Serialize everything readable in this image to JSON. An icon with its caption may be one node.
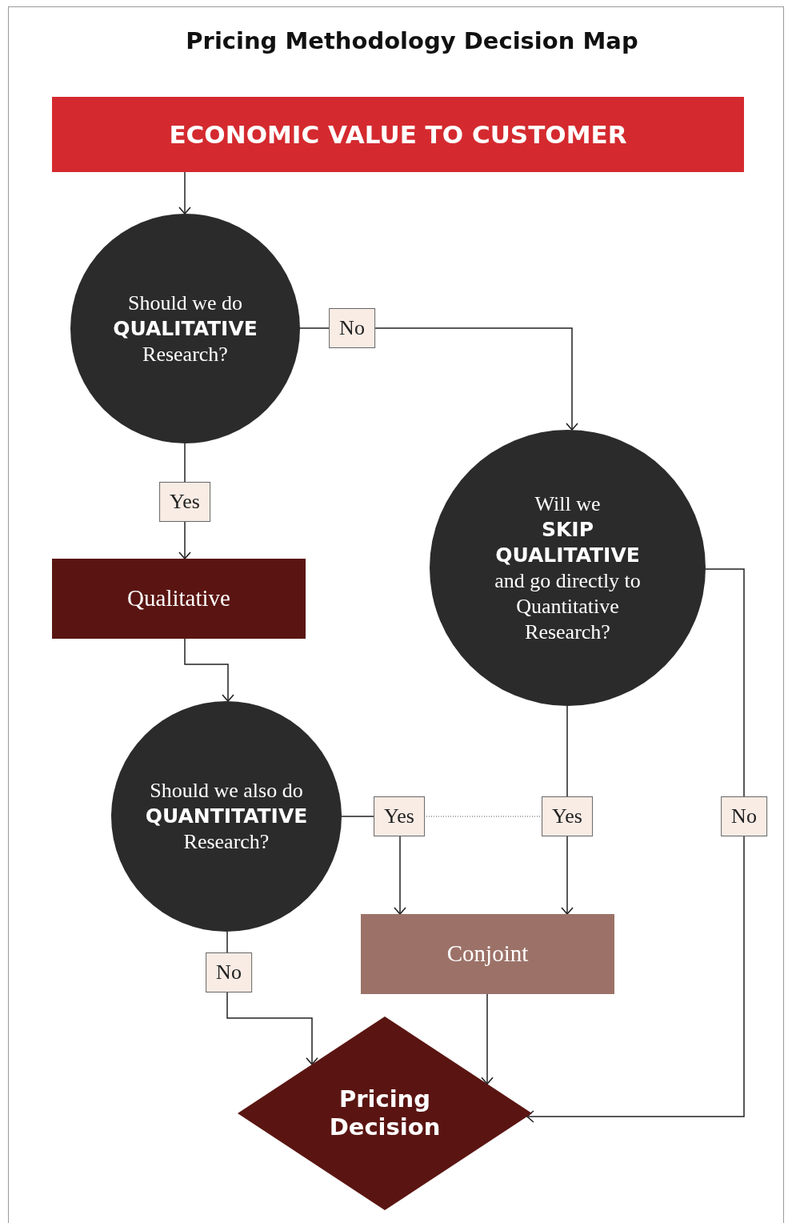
{
  "diagram": {
    "title": "Pricing Methodology Decision Map",
    "nodes": [
      {
        "text": [
          "ECONOMIC VALUE TO CUSTOMER"
        ]
      },
      {
        "text": [
          "Should we do **QUALITATIVE** Research?"
        ]
      },
      {
        "text": [
          "Will we **SKIP QUALITATIVE** and go directly to Quantitative Research?"
        ]
      },
      {
        "text": [
          "Qualitative"
        ]
      },
      {
        "text": [
          "Should we also do **QUANTITATIVE** Research?"
        ]
      },
      {
        "text": [
          "Conjoint"
        ]
      },
      {
        "text": [
          "Pricing Decision"
        ]
      }
    ],
    "edges": [
      {
        "from": 0,
        "to": 1,
        "arrow": "to"
      },
      {
        "from": 1,
        "to": 2,
        "arrow": "to",
        "label": "No"
      },
      {
        "from": 1,
        "to": 3,
        "arrow": "to",
        "label": "Yes"
      },
      {
        "from": 3,
        "to": 4,
        "arrow": "to"
      },
      {
        "from": 2,
        "to": 6,
        "arrow": "to",
        "label": "No"
      },
      {
        "from": 2,
        "to": 5,
        "arrow": "to",
        "label": "Yes"
      },
      {
        "from": 4,
        "to": 5,
        "arrow": "to",
        "label": "Yes"
      },
      {
        "from": 4,
        "to": 6,
        "arrow": "to",
        "label": "No"
      },
      {
        "from": 5,
        "to": 6,
        "arrow": "to"
      }
    ]
  }
}
